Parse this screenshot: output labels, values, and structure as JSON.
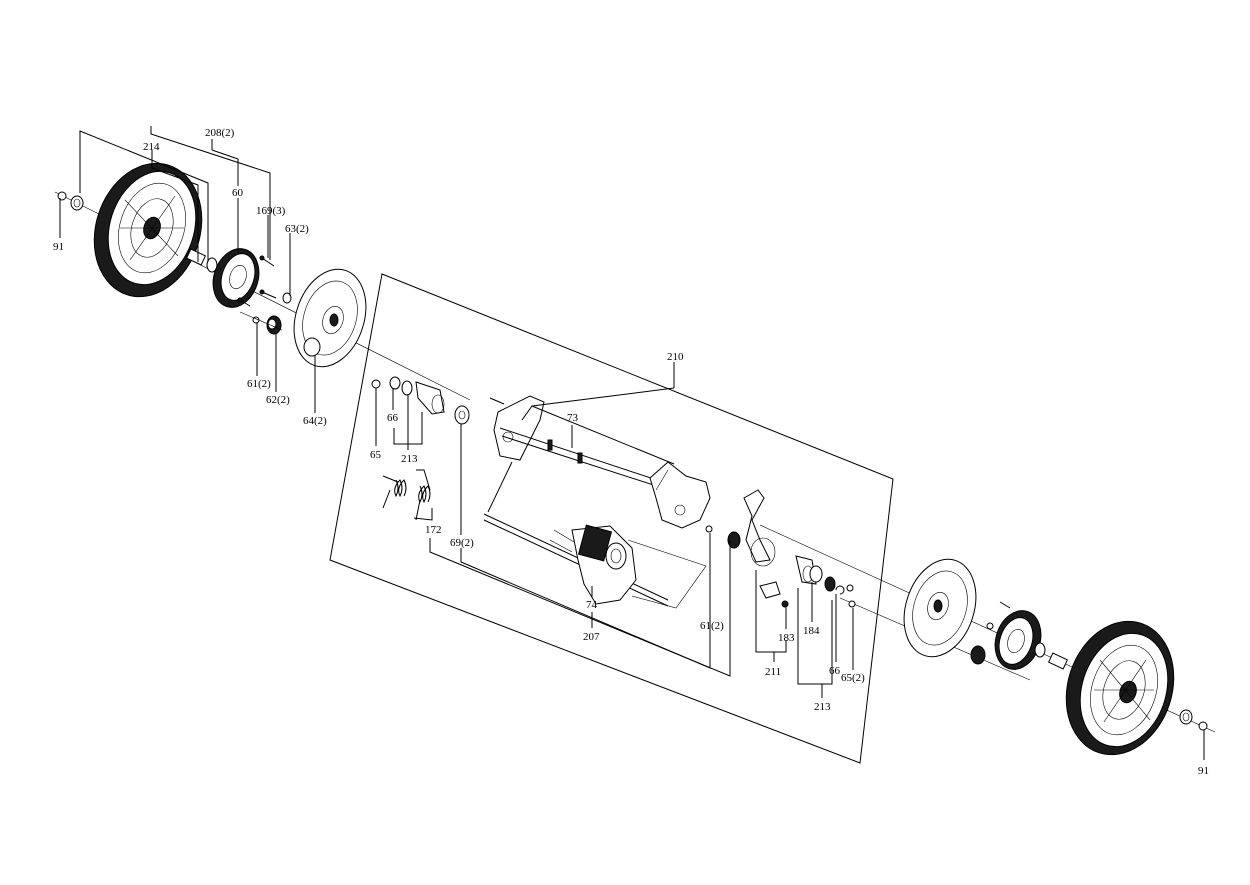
{
  "diagram": {
    "labels": {
      "l91a": "91",
      "l214": "214",
      "l208": "208(2)",
      "l60": "60",
      "l169": "169(3)",
      "l63": "63(2)",
      "l61a": "61(2)",
      "l62": "62(2)",
      "l64": "64(2)",
      "l210": "210",
      "l66a": "66",
      "l65a": "65",
      "l213a": "213",
      "l73": "73",
      "l172": "172",
      "l69": "69(2)",
      "l74": "74",
      "l207": "207",
      "l61b": "61(2)",
      "l183": "183",
      "l184": "184",
      "l211": "211",
      "l66b": "66",
      "l65b": "65(2)",
      "l213b": "213",
      "l91b": "91"
    }
  }
}
